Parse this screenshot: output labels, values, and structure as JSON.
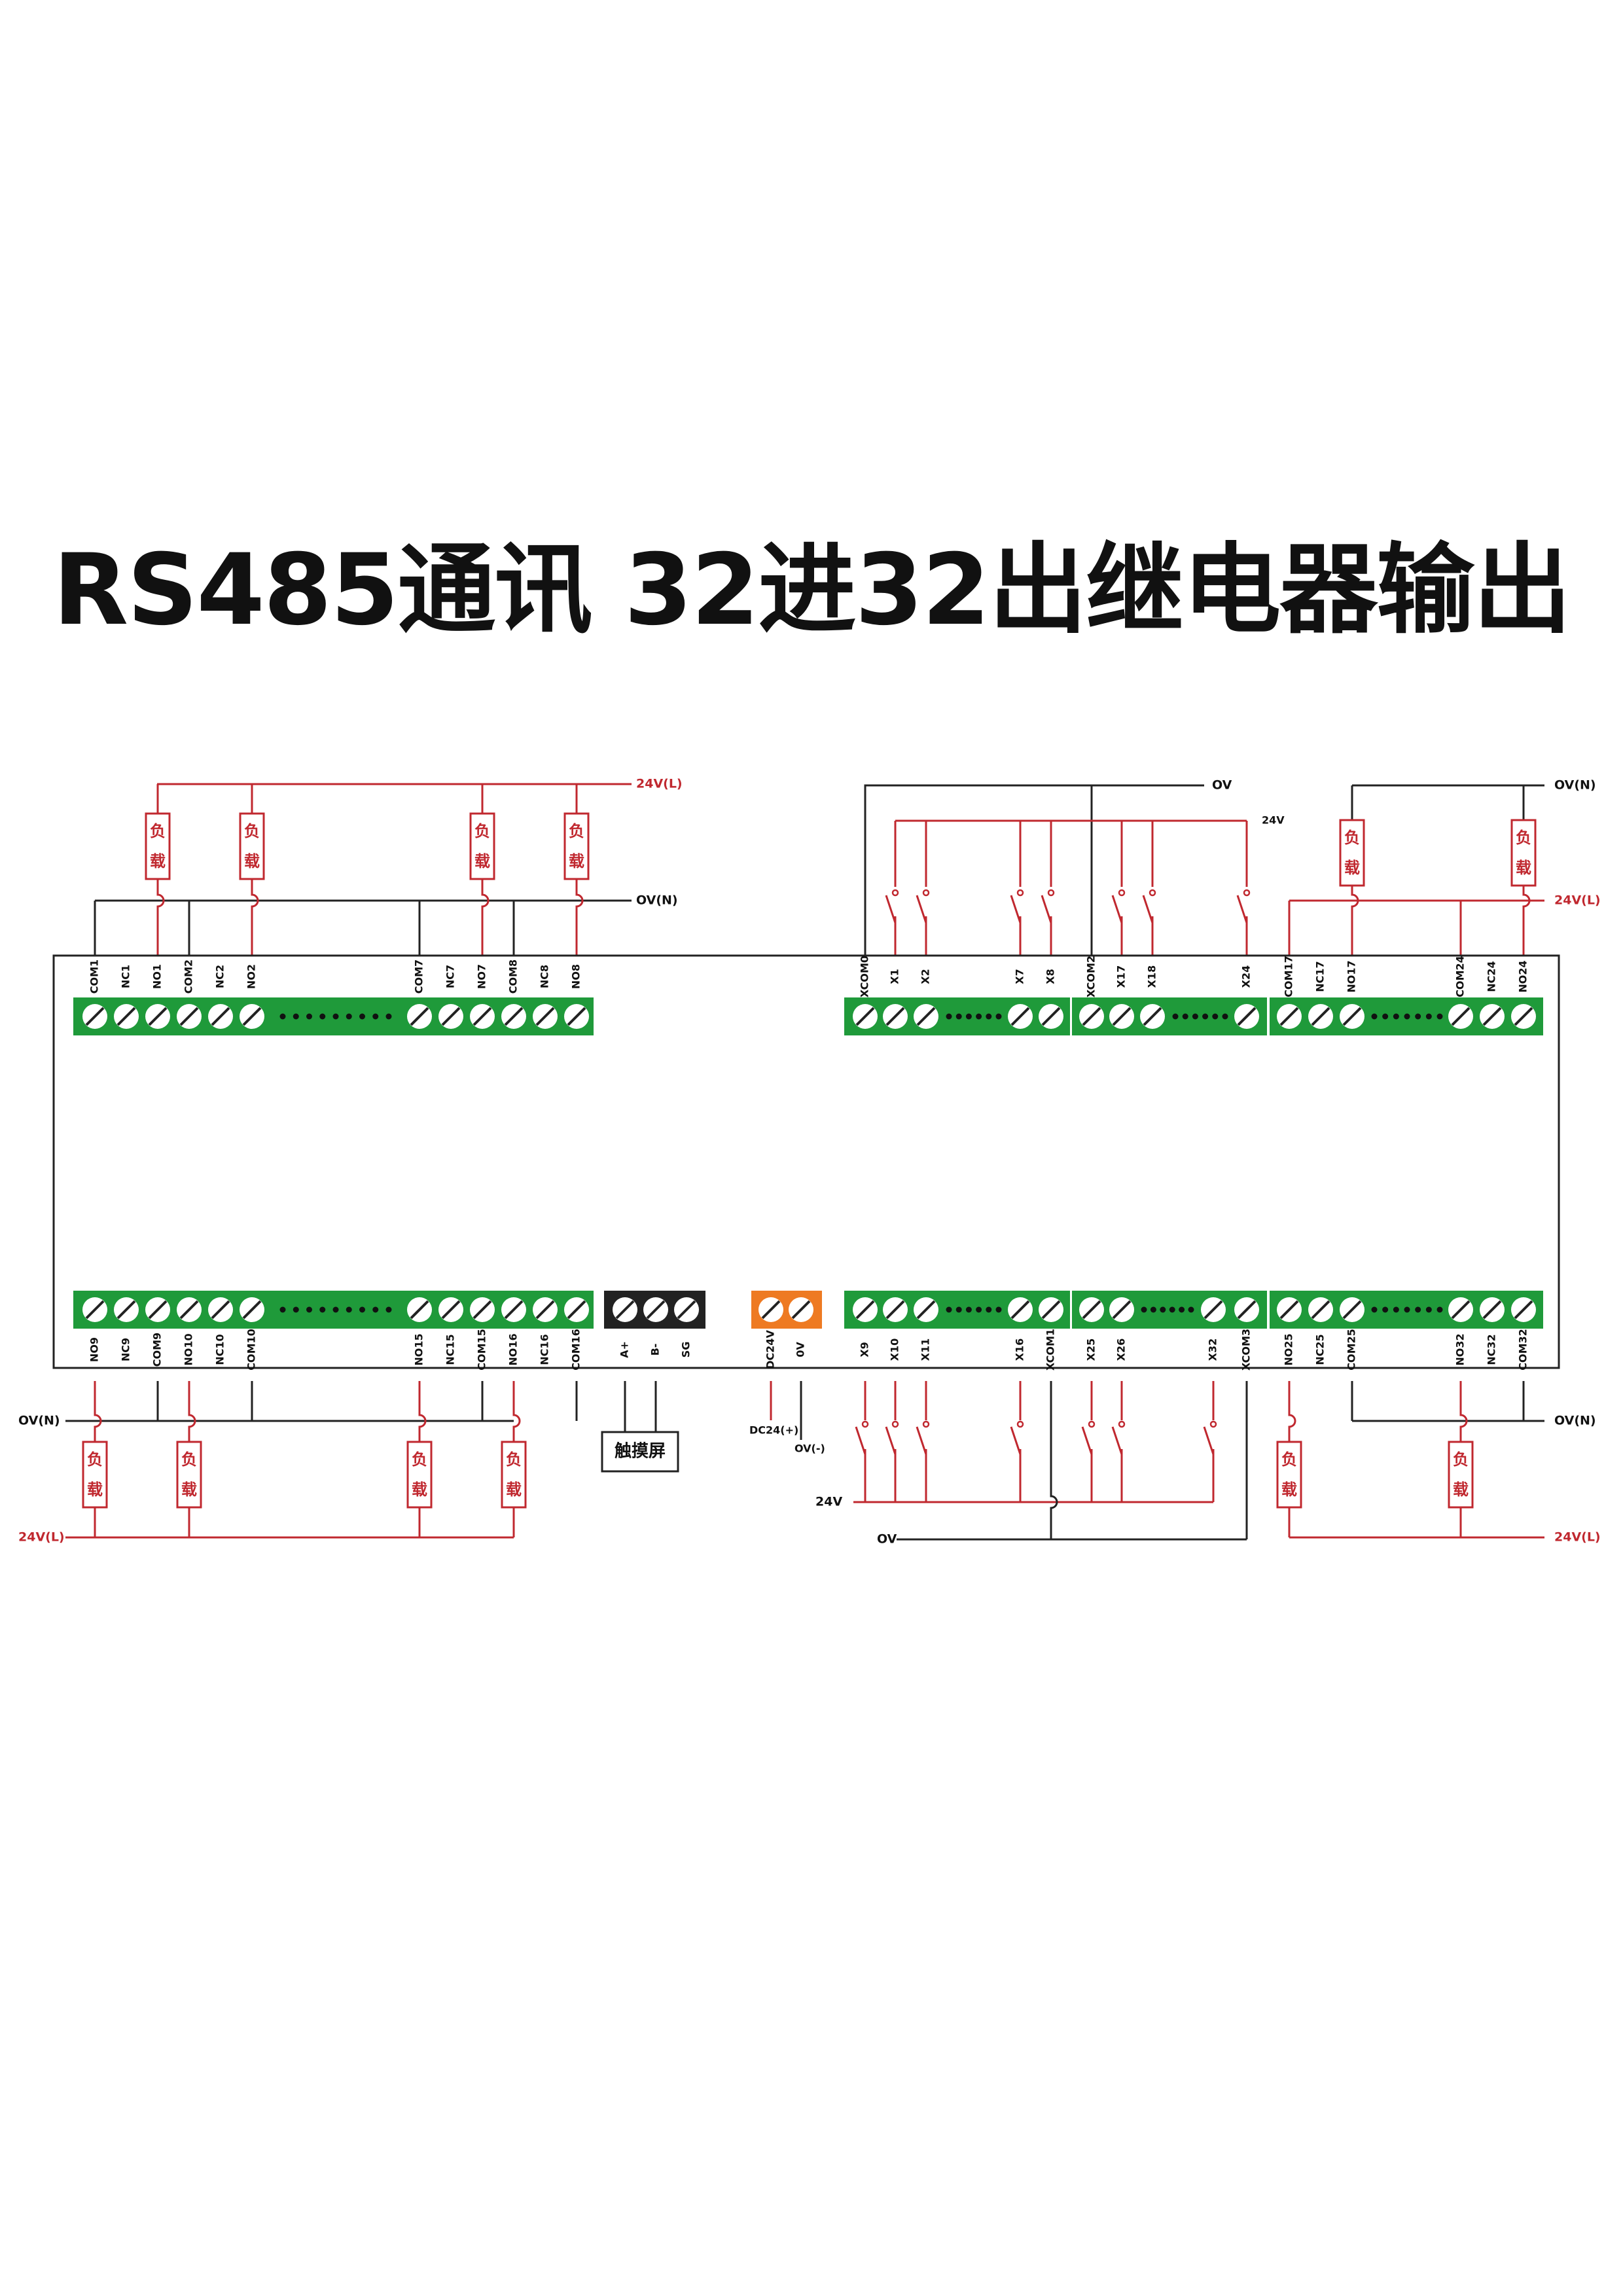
{
  "title": "RS485通讯 32进32出继电器输出",
  "colors": {
    "terminal_green": "#1f9a3a",
    "terminal_orange": "#ee7a22",
    "terminal_black": "#222222",
    "wire_red": "#c0282f",
    "wire_black": "#222222",
    "label_red": "#c0282f"
  },
  "top_left": {
    "pins": [
      "COM1",
      "NC1",
      "NO1",
      "COM2",
      "NC2",
      "NO2",
      "COM7",
      "NC7",
      "NO7",
      "COM8",
      "NC8",
      "NO8"
    ],
    "supply_label": "24V(L)",
    "return_label": "OV(N)",
    "load_label": [
      "负",
      "载"
    ]
  },
  "top_in_a": {
    "pins": [
      "XCOM0",
      "X1",
      "X2",
      "X7",
      "X8"
    ]
  },
  "top_in_b": {
    "pins": [
      "XCOM2",
      "X17",
      "X18",
      "X24"
    ]
  },
  "top_in_labels": {
    "ov": "OV",
    "v24": "24V"
  },
  "top_right": {
    "pins": [
      "COM17",
      "NC17",
      "NO17",
      "COM24",
      "NC24",
      "NO24"
    ],
    "return_label": "OV(N)",
    "supply_label": "24V(L)"
  },
  "bottom_left": {
    "pins": [
      "NO9",
      "NC9",
      "COM9",
      "NO10",
      "NC10",
      "COM10",
      "NO15",
      "NC15",
      "COM15",
      "NO16",
      "NC16",
      "COM16"
    ],
    "return_label": "OV(N)",
    "supply_label": "24V(L)"
  },
  "rs485": {
    "pins": [
      "A+",
      "B-",
      "SG"
    ],
    "device": "触摸屏"
  },
  "power": {
    "pins": [
      "DC24V",
      "0V"
    ],
    "plus_label": "DC24(+)",
    "minus_label": "OV(-)"
  },
  "bottom_in_a": {
    "pins": [
      "X9",
      "X10",
      "X11",
      "X16",
      "XCOM1"
    ]
  },
  "bottom_in_b": {
    "pins": [
      "X25",
      "X26",
      "X32",
      "XCOM3"
    ]
  },
  "bottom_in_labels": {
    "v24": "24V",
    "ov": "OV"
  },
  "bottom_right": {
    "pins": [
      "NO25",
      "NC25",
      "COM25",
      "NO32",
      "NC32",
      "COM32"
    ],
    "return_label": "OV(N)",
    "supply_label": "24V(L)"
  }
}
